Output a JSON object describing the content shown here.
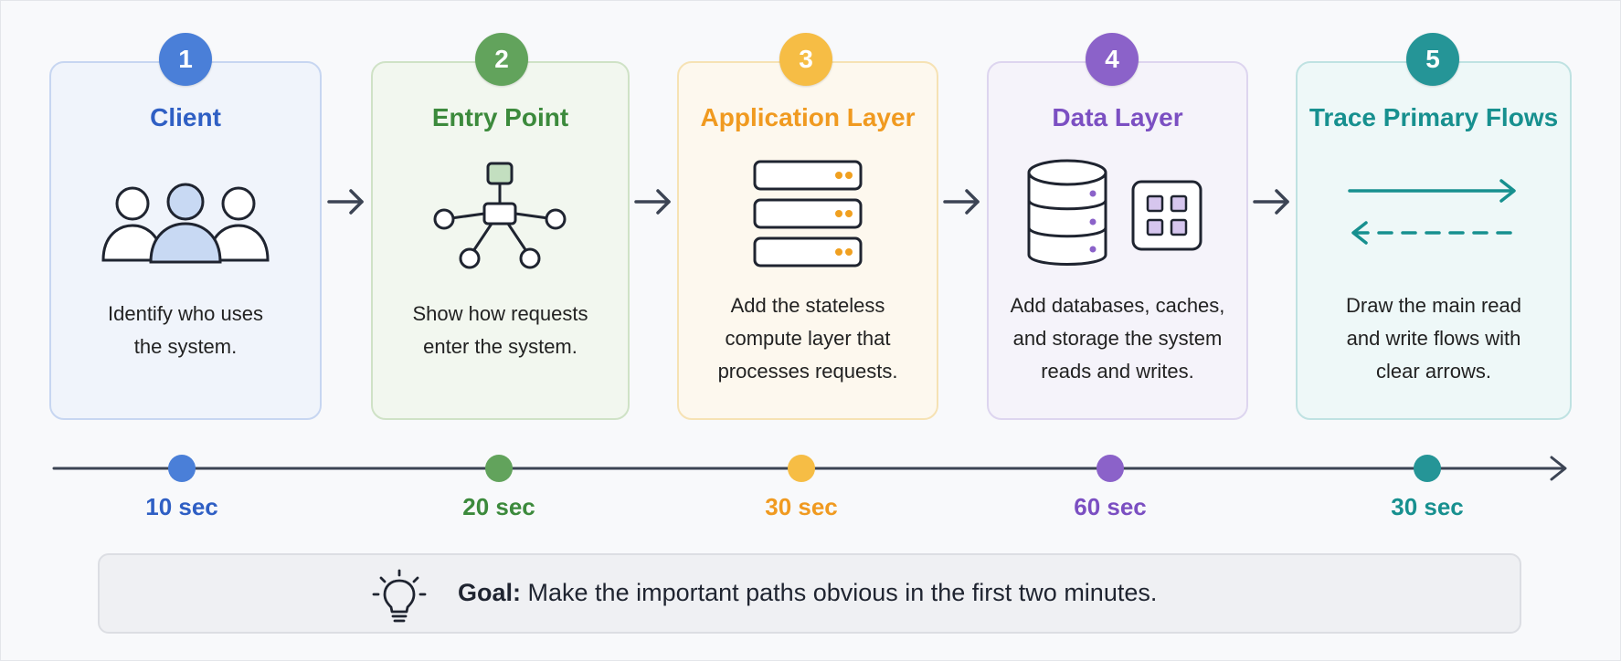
{
  "steps": [
    {
      "number": "1",
      "title": "Client",
      "desc": [
        "Identify who uses",
        "the system."
      ],
      "color": "#2f5fc4",
      "badge": "#4a7fd8",
      "icon": "users-icon",
      "duration": "10 sec"
    },
    {
      "number": "2",
      "title": "Entry Point",
      "desc": [
        "Show how requests",
        "enter the system."
      ],
      "color": "#3c8a3c",
      "badge": "#62a35c",
      "icon": "network-node-icon",
      "duration": "20 sec"
    },
    {
      "number": "3",
      "title": "Application Layer",
      "desc": [
        "Add the stateless",
        "compute layer that",
        "processes requests."
      ],
      "color": "#f09a20",
      "badge": "#f6bd45",
      "icon": "server-stack-icon",
      "duration": "30 sec"
    },
    {
      "number": "4",
      "title": "Data Layer",
      "desc": [
        "Add databases, caches,",
        "and storage the system",
        "reads and writes."
      ],
      "color": "#7b4fc2",
      "badge": "#8b62c9",
      "icon": "database-icon",
      "duration": "60 sec"
    },
    {
      "number": "5",
      "title": "Trace Primary Flows",
      "desc": [
        "Draw the main read",
        "and write flows with",
        "clear arrows."
      ],
      "color": "#17908f",
      "badge": "#259597",
      "icon": "flow-arrows-icon",
      "duration": "30 sec"
    }
  ],
  "goal": {
    "label": "Goal:",
    "text": "Make the important paths obvious in the first two minutes.",
    "icon": "lightbulb-icon"
  }
}
